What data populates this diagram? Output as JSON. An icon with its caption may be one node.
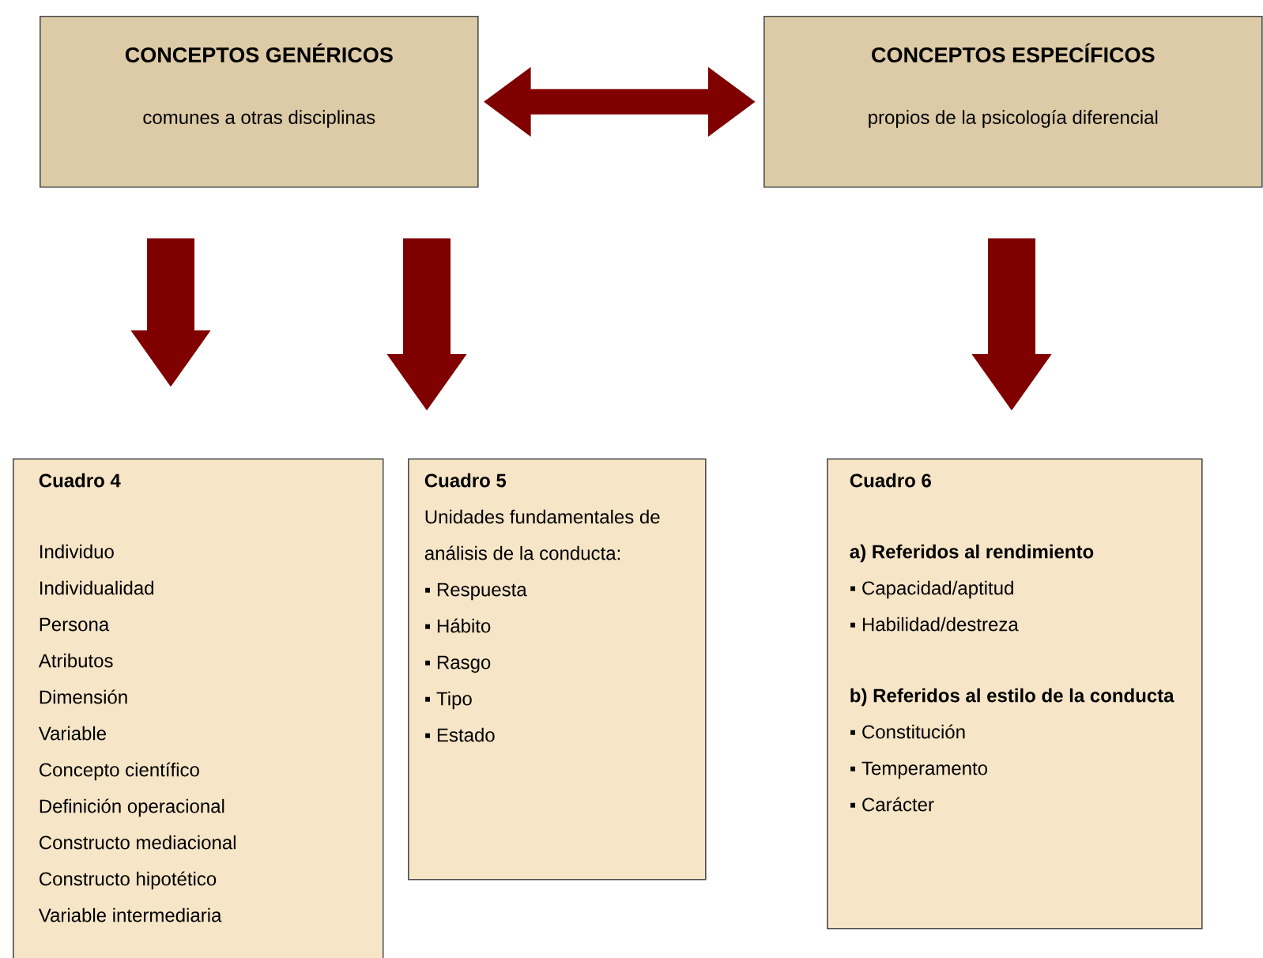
{
  "diagram": {
    "nodes": [
      {
        "text": [
          "CONCEPTOS GENÉRICOS",
          "comunes a otras disciplinas"
        ]
      },
      {
        "text": [
          "CONCEPTOS ESPECÍFICOS",
          "propios de la psicología diferencial"
        ]
      },
      {
        "text": [
          "Cuadro 4",
          "Individuo",
          "Individualidad",
          "Persona",
          "Atributos",
          "Dimensión",
          "Variable",
          "Concepto científico",
          "Definición operacional",
          "Constructo mediacional",
          "Constructo hipotético",
          "Variable intermediaria"
        ]
      },
      {
        "text": [
          "Cuadro 5",
          "Unidades fundamentales de análisis de la conducta:",
          "▪ Respuesta",
          "▪ Hábito",
          "▪ Rasgo",
          "▪ Tipo",
          "▪ Estado"
        ]
      },
      {
        "text": [
          "Cuadro 6",
          "a) Referidos al rendimiento",
          "▪ Capacidad/aptitud",
          "▪ Habilidad/destreza",
          "b) Referidos al estilo de la conducta",
          "▪ Constitución",
          "▪ Temperamento",
          "▪ Carácter"
        ]
      }
    ],
    "edges": [
      {
        "from": 0,
        "to": 1,
        "arrow": "both"
      },
      {
        "from": 0,
        "to": 2,
        "arrow": "to"
      },
      {
        "from": 0,
        "to": 3,
        "arrow": "to"
      },
      {
        "from": 1,
        "to": 4,
        "arrow": "to"
      }
    ]
  }
}
